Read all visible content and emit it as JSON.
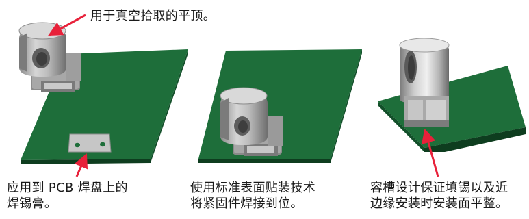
{
  "callout_top": "用于真空拾取的平顶。",
  "captions": [
    {
      "line1": "应用到 PCB 焊盘上的",
      "line2": "焊锡膏。"
    },
    {
      "line1": "使用标准表面贴装技术",
      "line2": "将紧固件焊接到位。"
    },
    {
      "line1": "容槽设计保证填锡以及近",
      "line2": "边缘安装时安装面平整。"
    }
  ],
  "colors": {
    "pcb_top": "#1e6e3a",
    "pcb_edge": "#0e3d1f",
    "metal": "#a5a5a5",
    "metal_light": "#d2d2d2",
    "metal_dark": "#6b6b6b",
    "solder_pad": "#c0c0c0",
    "arrow": "#e8213a"
  }
}
